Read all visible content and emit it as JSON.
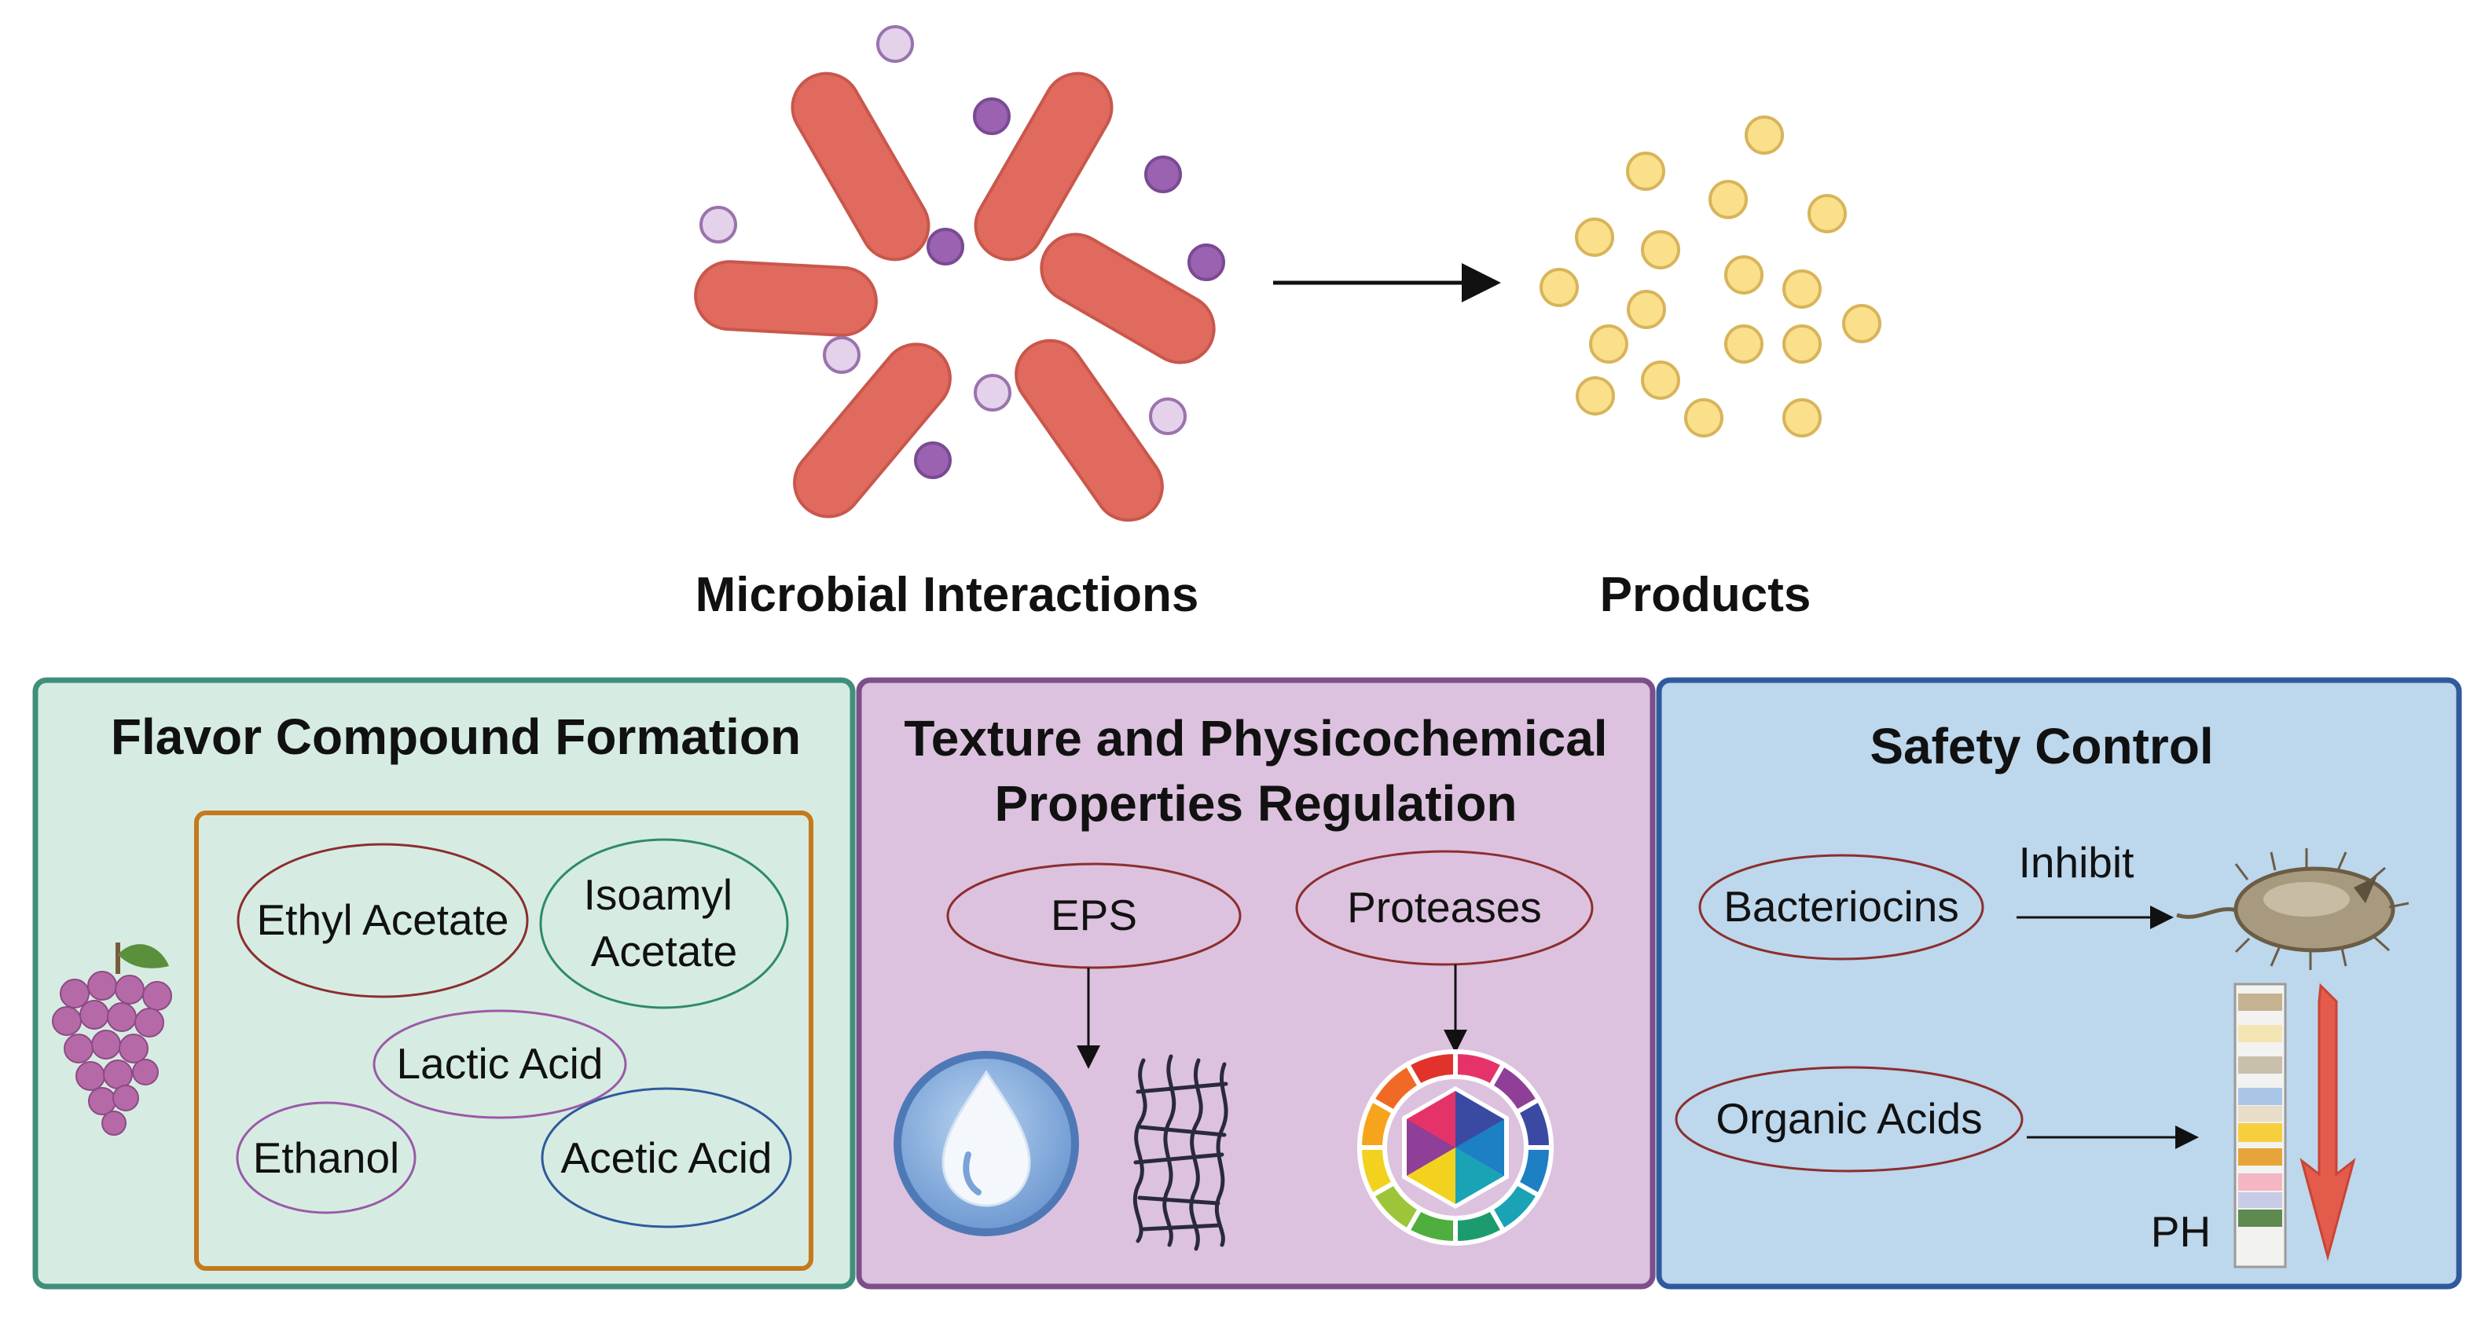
{
  "top": {
    "microbial_label": "Microbial Interactions",
    "products_label": "Products"
  },
  "panels": {
    "flavor": {
      "title": "Flavor Compound Formation",
      "compounds": [
        "Ethyl Acetate",
        "Isoamyl Acetate",
        "Lactic Acid",
        "Ethanol",
        "Acetic Acid"
      ]
    },
    "texture": {
      "title_line1": "Texture and Physicochemical",
      "title_line2": "Properties Regulation",
      "eps": "EPS",
      "proteases": "Proteases"
    },
    "safety": {
      "title": "Safety Control",
      "bacteriocins": "Bacteriocins",
      "inhibit": "Inhibit",
      "organic_acids": "Organic Acids",
      "ph": "PH"
    }
  },
  "colors": {
    "bacteria": "#e06a5e",
    "flavor_bg": "#d6ece2",
    "flavor_border": "#3f8f7b",
    "texture_bg": "#dcc2df",
    "texture_border": "#7d4f8a",
    "safety_bg": "#bdd7ec",
    "safety_border": "#2f5a9c",
    "product_dot": "#fbe08c",
    "arrow_red": "#e35c4b"
  },
  "icons": [
    "grape-icon",
    "water-drop-icon",
    "polymer-network-icon",
    "color-wheel-icon",
    "pathogen-icon",
    "ph-strip-icon"
  ]
}
